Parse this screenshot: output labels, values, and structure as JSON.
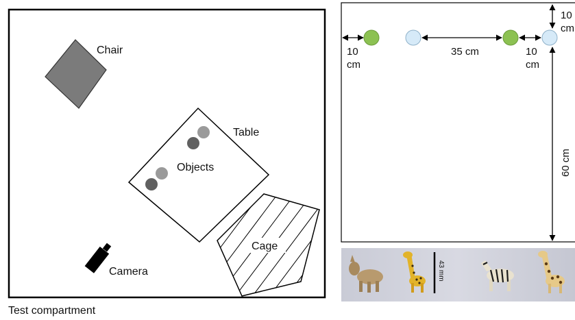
{
  "left_panel": {
    "caption": "Test compartment",
    "labels": {
      "chair": "Chair",
      "table": "Table",
      "objects": "Objects",
      "cage": "Cage",
      "camera": "Camera"
    }
  },
  "right_panel": {
    "dimensions": {
      "left_gap_value": "10",
      "left_gap_unit": "cm",
      "middle_gap": "35 cm",
      "right_gap_value": "10",
      "right_gap_unit": "cm",
      "top_gap_value": "10",
      "top_gap_unit": "cm",
      "height": "60 cm"
    },
    "photo": {
      "scale_label": "43 mm"
    }
  },
  "colors": {
    "green_object": "#8cc152",
    "blue_object": "#d6eaf8",
    "chair_fill": "#7b7b7b",
    "object_dark": "#606060",
    "object_light": "#9a9a9a"
  }
}
